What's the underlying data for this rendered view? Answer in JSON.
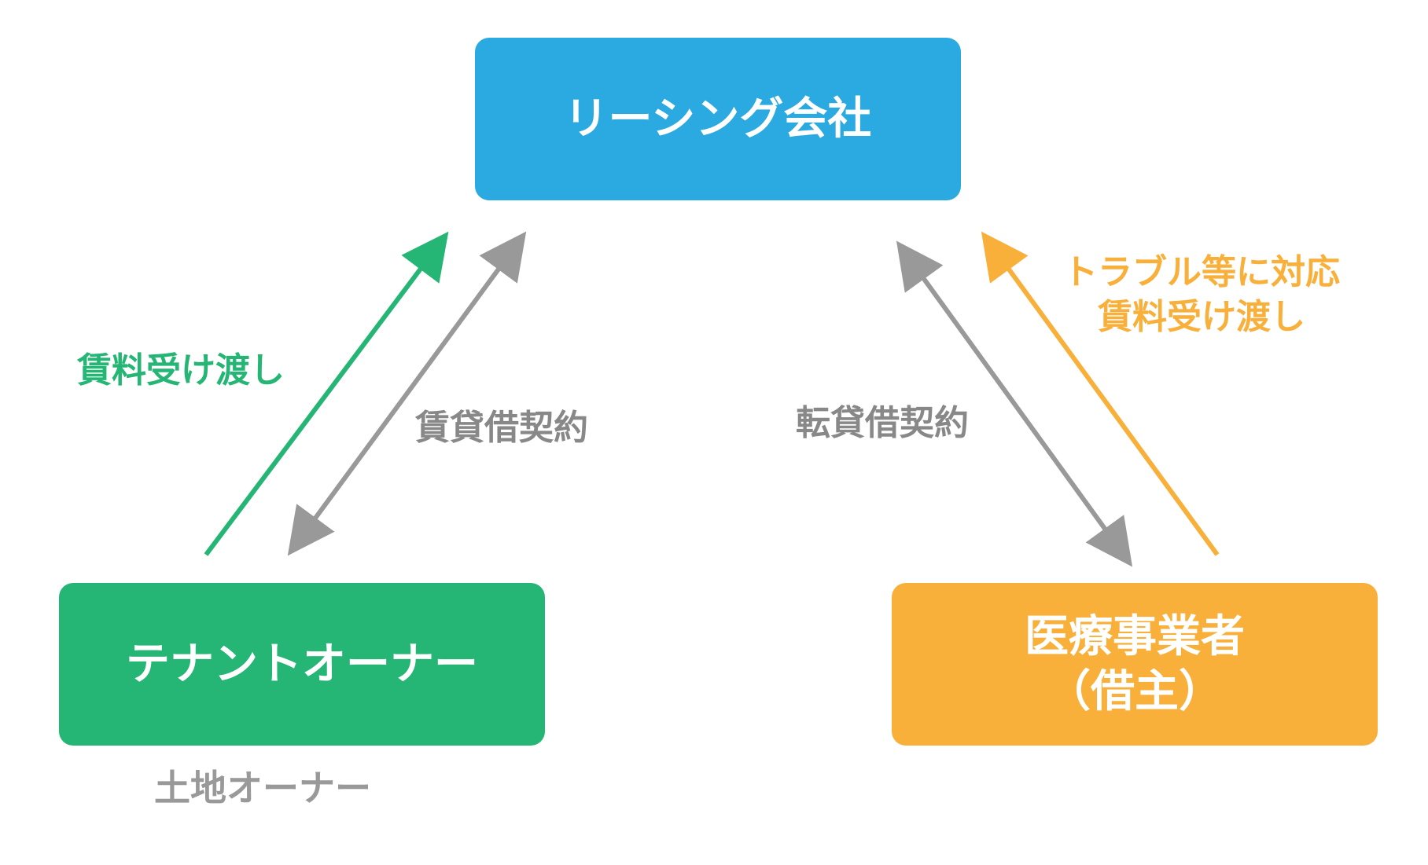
{
  "colors": {
    "leasing": "#2ba9e1",
    "tenant": "#25b574",
    "medical": "#f8b03b",
    "gray": "#999999"
  },
  "nodes": {
    "leasing_company": "リーシング会社",
    "tenant_owner": "テナントオーナー",
    "medical_operator_line1": "医療事業者",
    "medical_operator_line2": "（借主）"
  },
  "labels": {
    "rent_transfer_left": "賃料受け渡し",
    "lease_contract": "賃貸借契約",
    "sublease_contract": "転貸借契約",
    "trouble_support": "トラブル等に対応",
    "rent_transfer_right": "賃料受け渡し",
    "land_owner": "土地オーナー"
  }
}
